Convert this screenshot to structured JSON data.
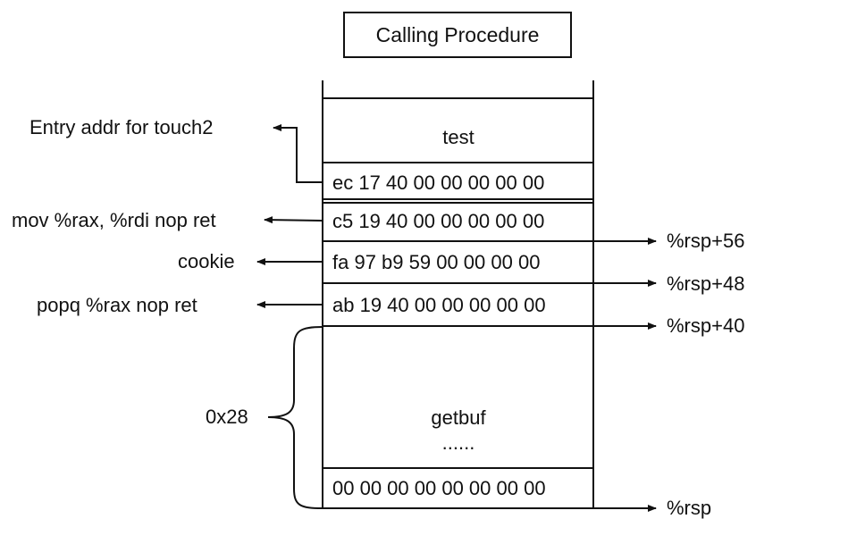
{
  "title": "Calling Procedure",
  "stack_frames": {
    "caller": "test",
    "callee": "getbuf",
    "ellipsis": "......"
  },
  "stack_cells": [
    "ec 17 40 00 00 00 00 00",
    "c5 19 40 00 00 00 00 00",
    "fa 97 b9 59 00 00 00 00",
    "ab 19 40 00 00 00 00 00",
    "00 00 00 00 00 00 00 00"
  ],
  "left_annotations": [
    "Entry addr for touch2",
    "mov %rax, %rdi nop ret",
    "cookie",
    "popq %rax nop ret"
  ],
  "buffer_size_label": "0x28",
  "pointer_labels": [
    "%rsp+56",
    "%rsp+48",
    "%rsp+40",
    "%rsp"
  ],
  "colors": {
    "stroke": "#111111",
    "background": "#ffffff"
  }
}
